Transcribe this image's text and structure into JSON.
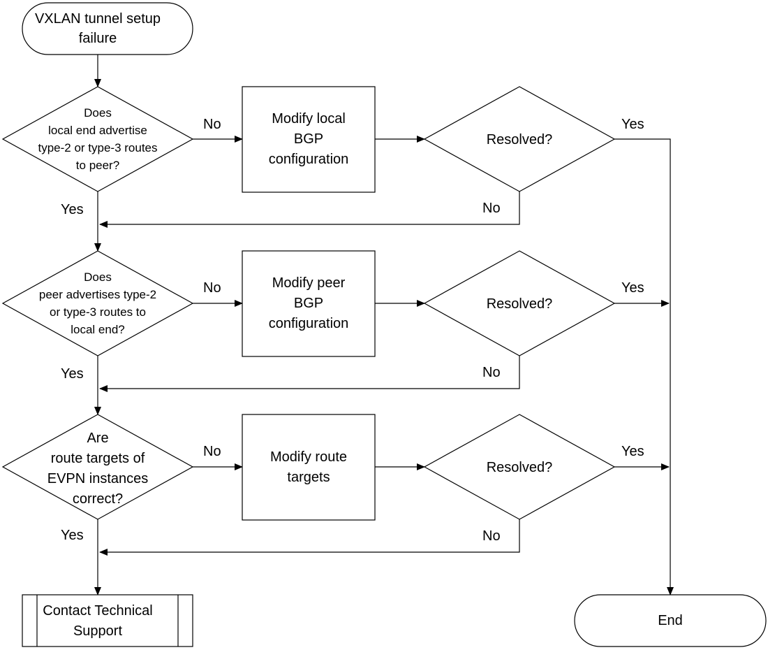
{
  "start": [
    "VXLAN tunnel setup",
    "failure"
  ],
  "decisions": [
    [
      "Does",
      "local end advertise",
      "type-2 or type-3 routes",
      "to peer?"
    ],
    [
      "Does",
      "peer advertises type-2",
      "or type-3 routes to",
      "local end?"
    ],
    [
      "Are",
      "route targets of",
      "EVPN instances",
      "correct?"
    ]
  ],
  "actions": [
    [
      "Modify local",
      "BGP",
      "configuration"
    ],
    [
      "Modify peer",
      "BGP",
      "configuration"
    ],
    [
      "Modify route",
      "targets"
    ]
  ],
  "checks": [
    "Resolved?",
    "Resolved?",
    "Resolved?"
  ],
  "branch_labels": {
    "yes": "Yes",
    "no": "No"
  },
  "support": [
    "Contact Technical",
    "Support"
  ],
  "end": "End"
}
